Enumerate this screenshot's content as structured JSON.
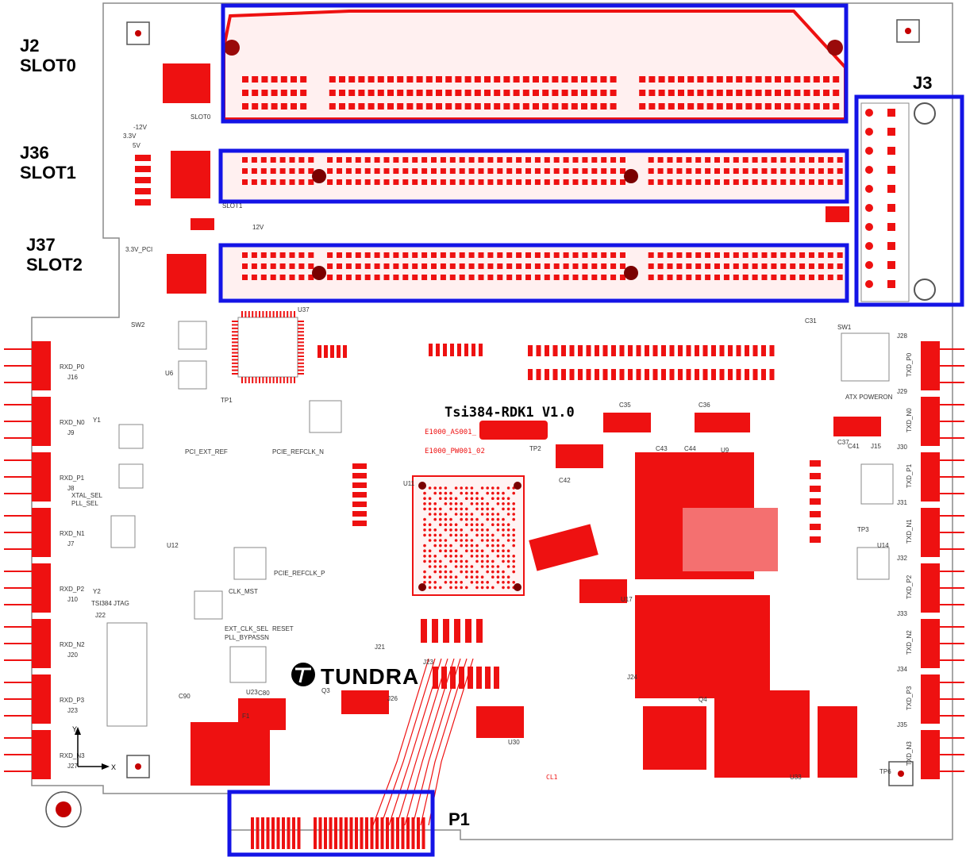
{
  "colors": {
    "board_bg": "#ffffff",
    "copper": "#ee1111",
    "copper_dark": "#c40000",
    "silkscreen": "#8a8a8a",
    "highlight": "#1414e6",
    "label_text": "#000000"
  },
  "callouts": {
    "j2": {
      "line1": "J2",
      "line2": "SLOT0"
    },
    "j36": {
      "line1": "J36",
      "line2": "SLOT1"
    },
    "j37": {
      "line1": "J37",
      "line2": "SLOT2"
    },
    "j3": {
      "line1": "J3"
    },
    "p1": {
      "line1": "P1"
    }
  },
  "board": {
    "title": "Tsi384-RDK1  V1.0",
    "logo_text": "TUNDRA",
    "net_labels": {
      "e1000_as": "E1000_AS001_",
      "e1000_pw": "E1000_PW001_02",
      "cl1": "CL1"
    },
    "silk_labels": {
      "slot0": "SLOT0",
      "slot1": "SLOT1",
      "pci_ext_ref": "PCI_EXT_REF",
      "pcie_refclk_n": "PCIE_REFCLK_N",
      "pcie_refclk_p": "PCIE_REFCLK_P",
      "clk_mst": "CLK_MST",
      "ext_clk_sel": "EXT_CLK_SEL",
      "pll_bypassn": "PLL_BYPASSN",
      "reset": "RESET",
      "xtal_sel": "XTAL_SEL",
      "pll_sel": "PLL_SEL",
      "tsi384_jtag": "TSI384  JTAG",
      "atx_poweron": "ATX POWERON",
      "v33_pci": "3.3V_PCI",
      "v12n": "-12V",
      "v33": "3.3V",
      "v5": "5V",
      "v12": "12V"
    },
    "left_edge_labels": [
      "RXD_P0",
      "RXD_N0",
      "RXD_P1",
      "RXD_N1",
      "RXD_P2",
      "RXD_N2",
      "RXD_P3",
      "RXD_N3"
    ],
    "left_edge_refs": [
      "J16",
      "J9",
      "J8",
      "J7",
      "J10",
      "J20",
      "J23",
      "J27"
    ],
    "right_edge_labels": [
      "TXD_P0",
      "TXD_N0",
      "TXD_P1",
      "TXD_N1",
      "TXD_P2",
      "TXD_N2",
      "TXD_P3",
      "TXD_N3"
    ],
    "right_edge_refs": [
      "J28",
      "J29",
      "J30",
      "J31",
      "J32",
      "J33",
      "J34",
      "J35"
    ],
    "ref_designators": [
      "U37",
      "U6",
      "U9",
      "U11",
      "U12",
      "U14",
      "U17",
      "U23",
      "U30",
      "U33",
      "SW1",
      "SW2",
      "J15",
      "J21",
      "J22",
      "J23",
      "J24",
      "J26",
      "Q3",
      "Q4",
      "F1",
      "Y1",
      "Y2",
      "TP1",
      "TP2",
      "TP3",
      "TP6",
      "C31",
      "C35",
      "C36",
      "C37",
      "C41",
      "C42",
      "C43",
      "C44",
      "C80",
      "C90"
    ],
    "axes": {
      "x": "X",
      "y": "Y"
    }
  }
}
